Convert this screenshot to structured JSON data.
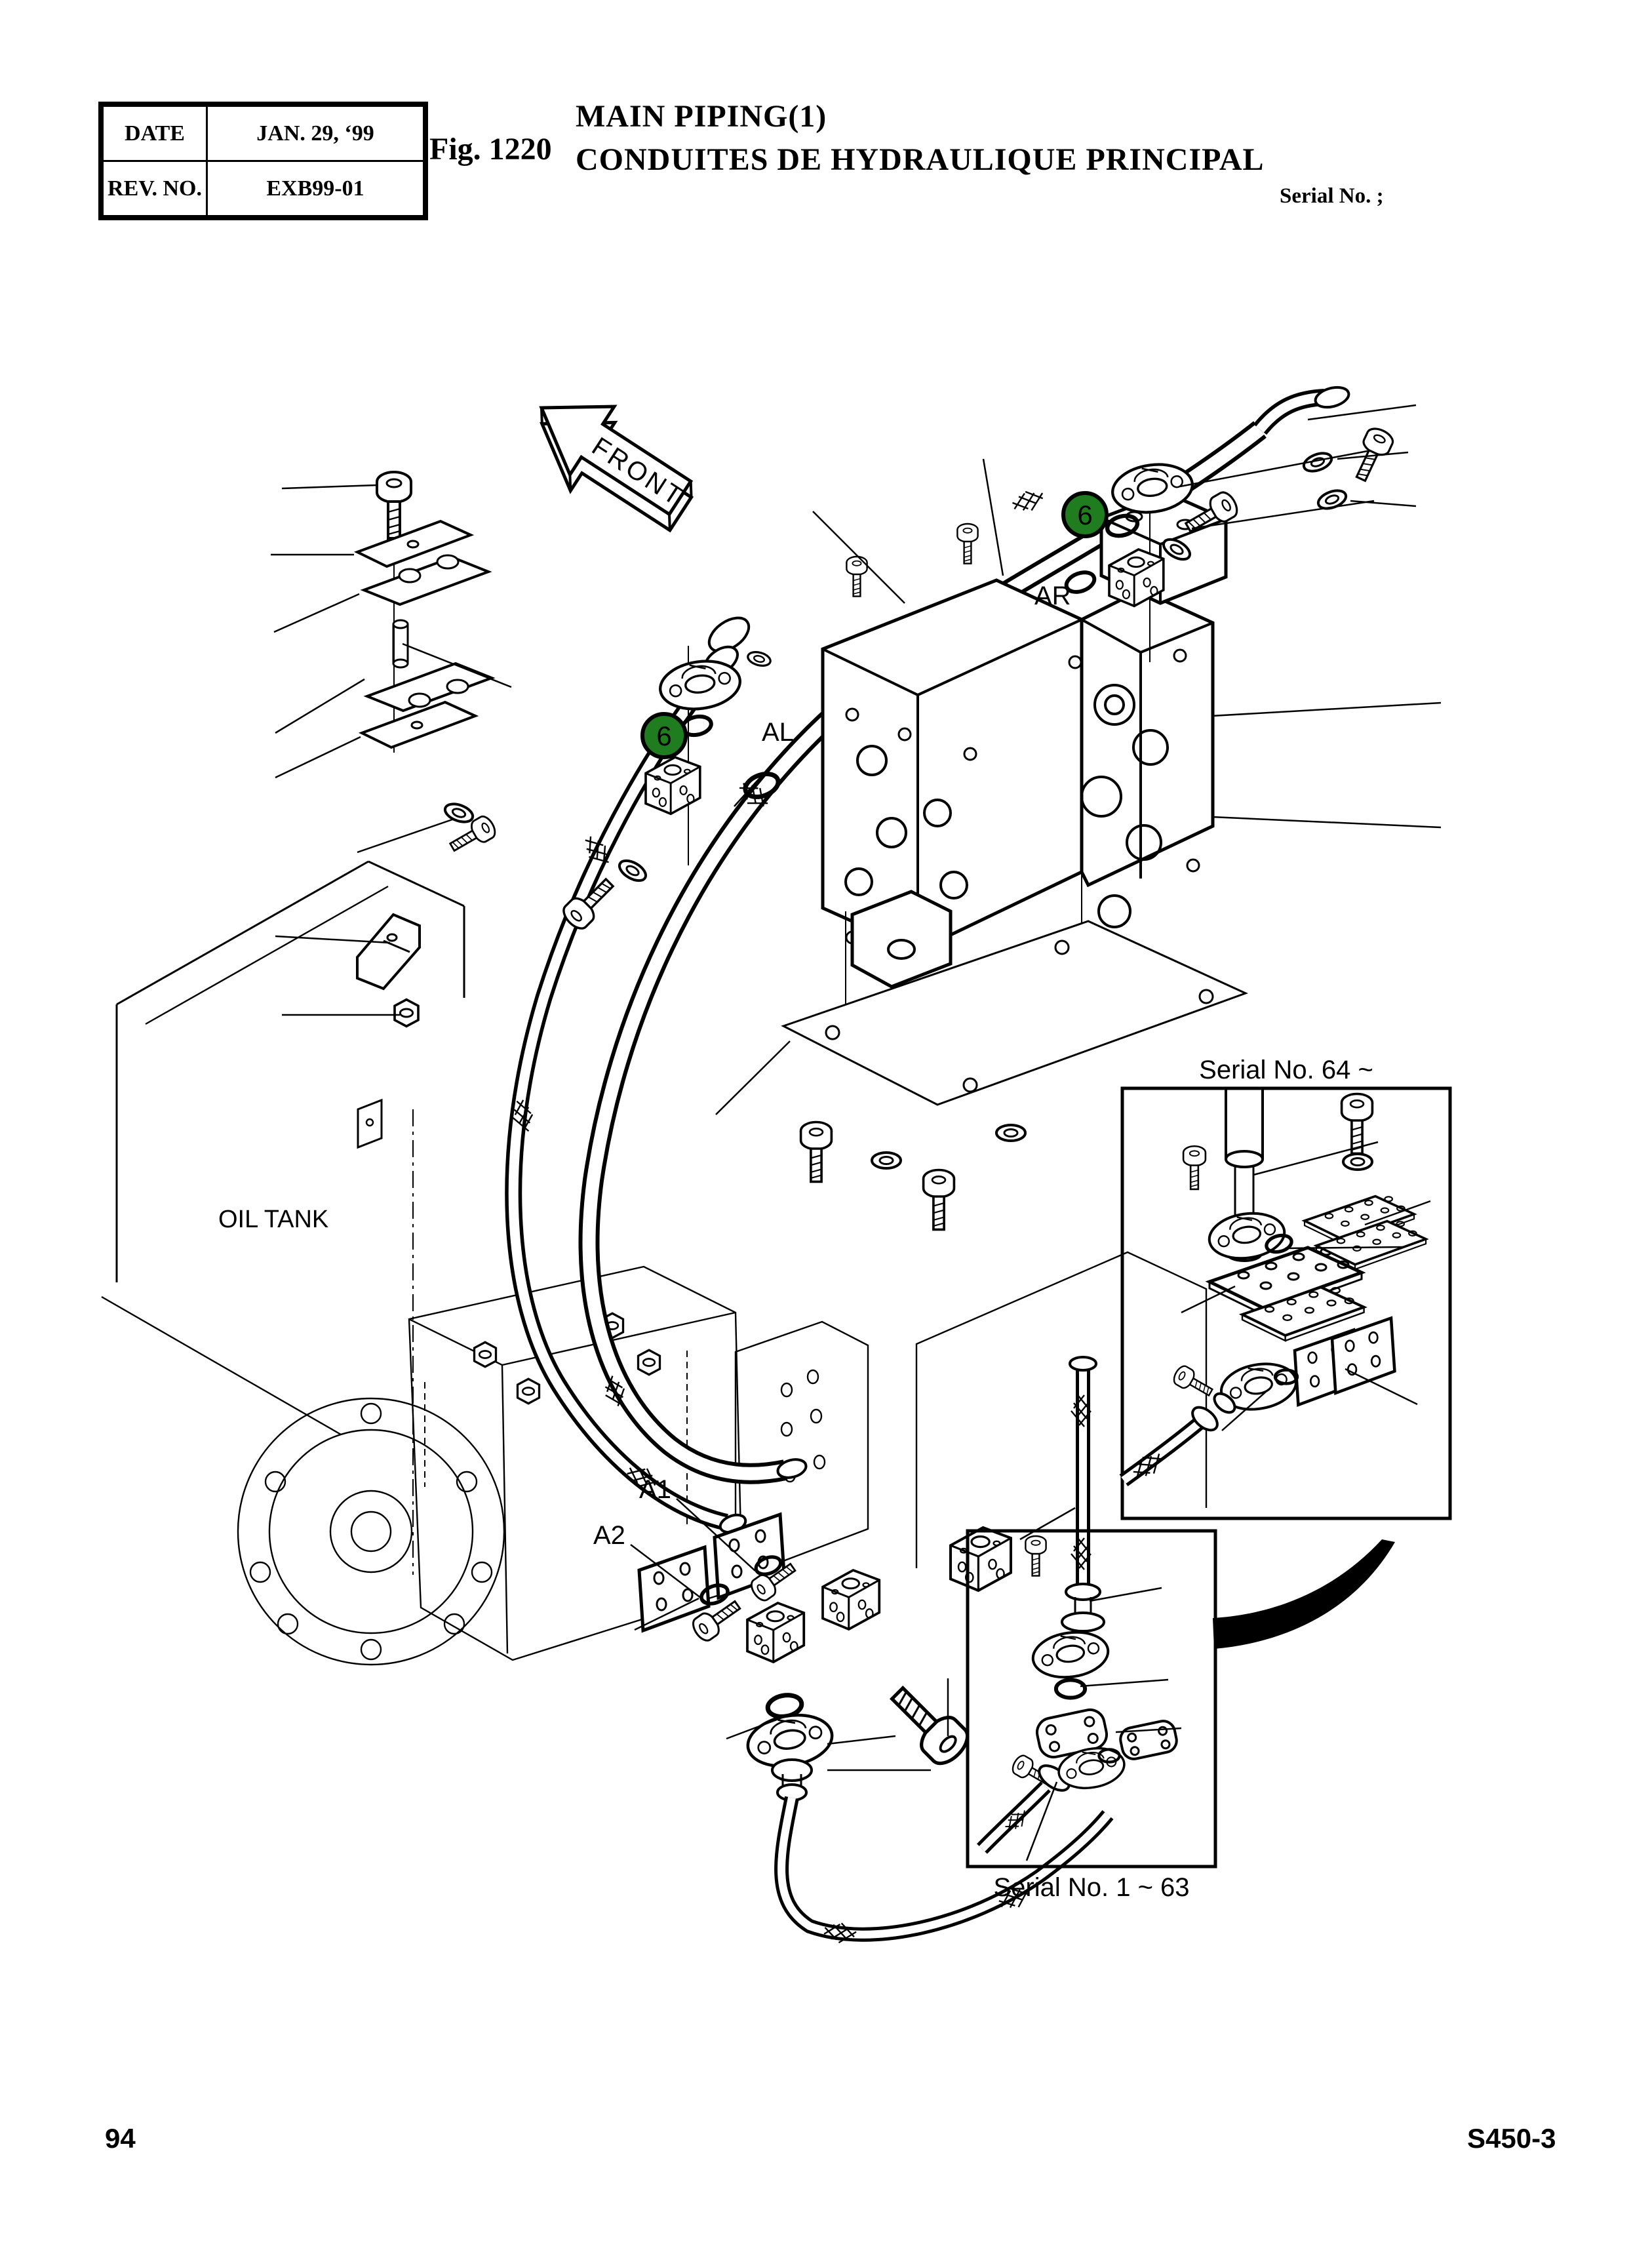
{
  "header": {
    "table": {
      "rows": [
        {
          "label": "DATE",
          "value": "JAN. 29, ‘99"
        },
        {
          "label": "REV. NO.",
          "value": "EXB99-01"
        }
      ]
    },
    "fig": "Fig. 1220",
    "title_line1": "MAIN PIPING(1)",
    "title_line2": "CONDUITES DE HYDRAULIQUE PRINCIPAL",
    "serial_note": "Serial No. ;"
  },
  "diagram": {
    "front_arrow_label": "FRONT",
    "oil_tank_label": "OIL TANK",
    "port_labels": {
      "ar": "AR",
      "al": "AL",
      "a1": "A1",
      "a2": "A2"
    },
    "callout_markers": [
      {
        "number": "6"
      },
      {
        "number": "6"
      }
    ],
    "insets": [
      {
        "caption": "Serial No. 64 ~"
      },
      {
        "caption": "Serial No. 1 ~ 63"
      }
    ],
    "colors": {
      "marker_green": "#1f7d1f",
      "ink": "#000000",
      "paper": "#ffffff"
    }
  },
  "footer": {
    "page_number": "94",
    "doc_code": "S450-3"
  }
}
